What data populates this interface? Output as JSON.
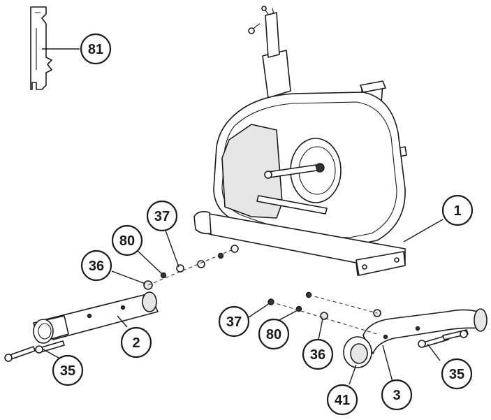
{
  "callouts": [
    {
      "label": "81"
    },
    {
      "label": "1"
    },
    {
      "label": "37"
    },
    {
      "label": "80"
    },
    {
      "label": "36"
    },
    {
      "label": "2"
    },
    {
      "label": "35"
    },
    {
      "label": "37"
    },
    {
      "label": "80"
    },
    {
      "label": "36"
    },
    {
      "label": "35"
    },
    {
      "label": "41"
    },
    {
      "label": "3"
    }
  ]
}
